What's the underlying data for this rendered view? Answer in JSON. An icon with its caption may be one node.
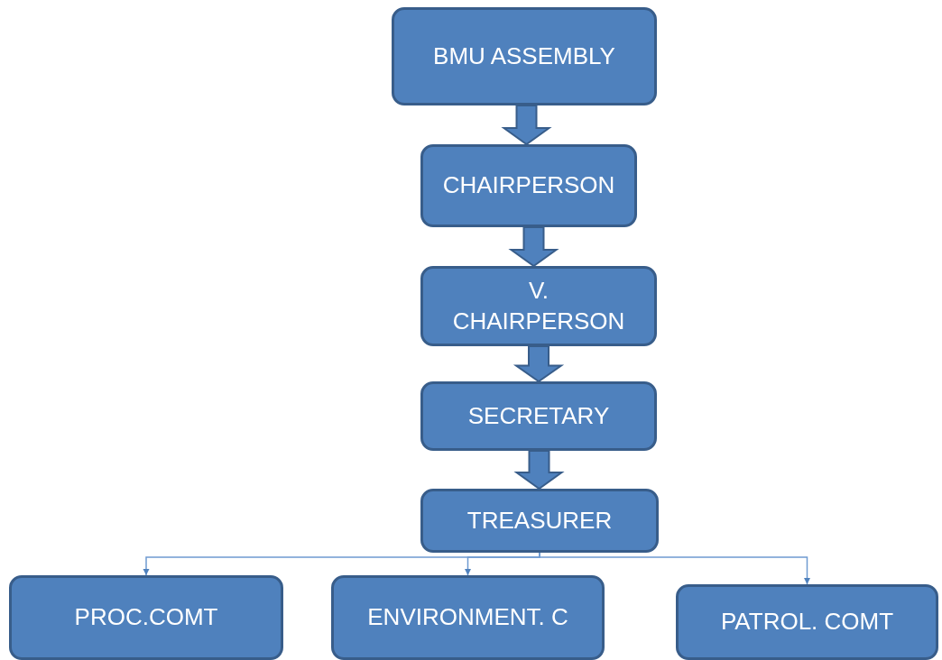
{
  "diagram": {
    "nodes": [
      {
        "text": [
          "BMU ASSEMBLY"
        ]
      },
      {
        "text": [
          "CHAIRPERSON"
        ]
      },
      {
        "text": [
          "V. CHAIRPERSON"
        ]
      },
      {
        "text": [
          "SECRETARY"
        ]
      },
      {
        "text": [
          "TREASURER"
        ]
      },
      {
        "text": [
          "PROC.COMT"
        ]
      },
      {
        "text": [
          "ENVIRONMENT. C"
        ]
      },
      {
        "text": [
          "PATROL. COMT"
        ]
      }
    ],
    "edges": [
      {
        "from": 0,
        "to": 1,
        "arrow": "to",
        "style": "thick"
      },
      {
        "from": 1,
        "to": 2,
        "arrow": "to",
        "style": "thick"
      },
      {
        "from": 2,
        "to": 3,
        "arrow": "to",
        "style": "thick"
      },
      {
        "from": 3,
        "to": 4,
        "arrow": "to",
        "style": "thick"
      },
      {
        "from": 4,
        "to": 5,
        "arrow": "to"
      },
      {
        "from": 4,
        "to": 6,
        "arrow": "to"
      },
      {
        "from": 4,
        "to": 7,
        "arrow": "to"
      }
    ]
  }
}
